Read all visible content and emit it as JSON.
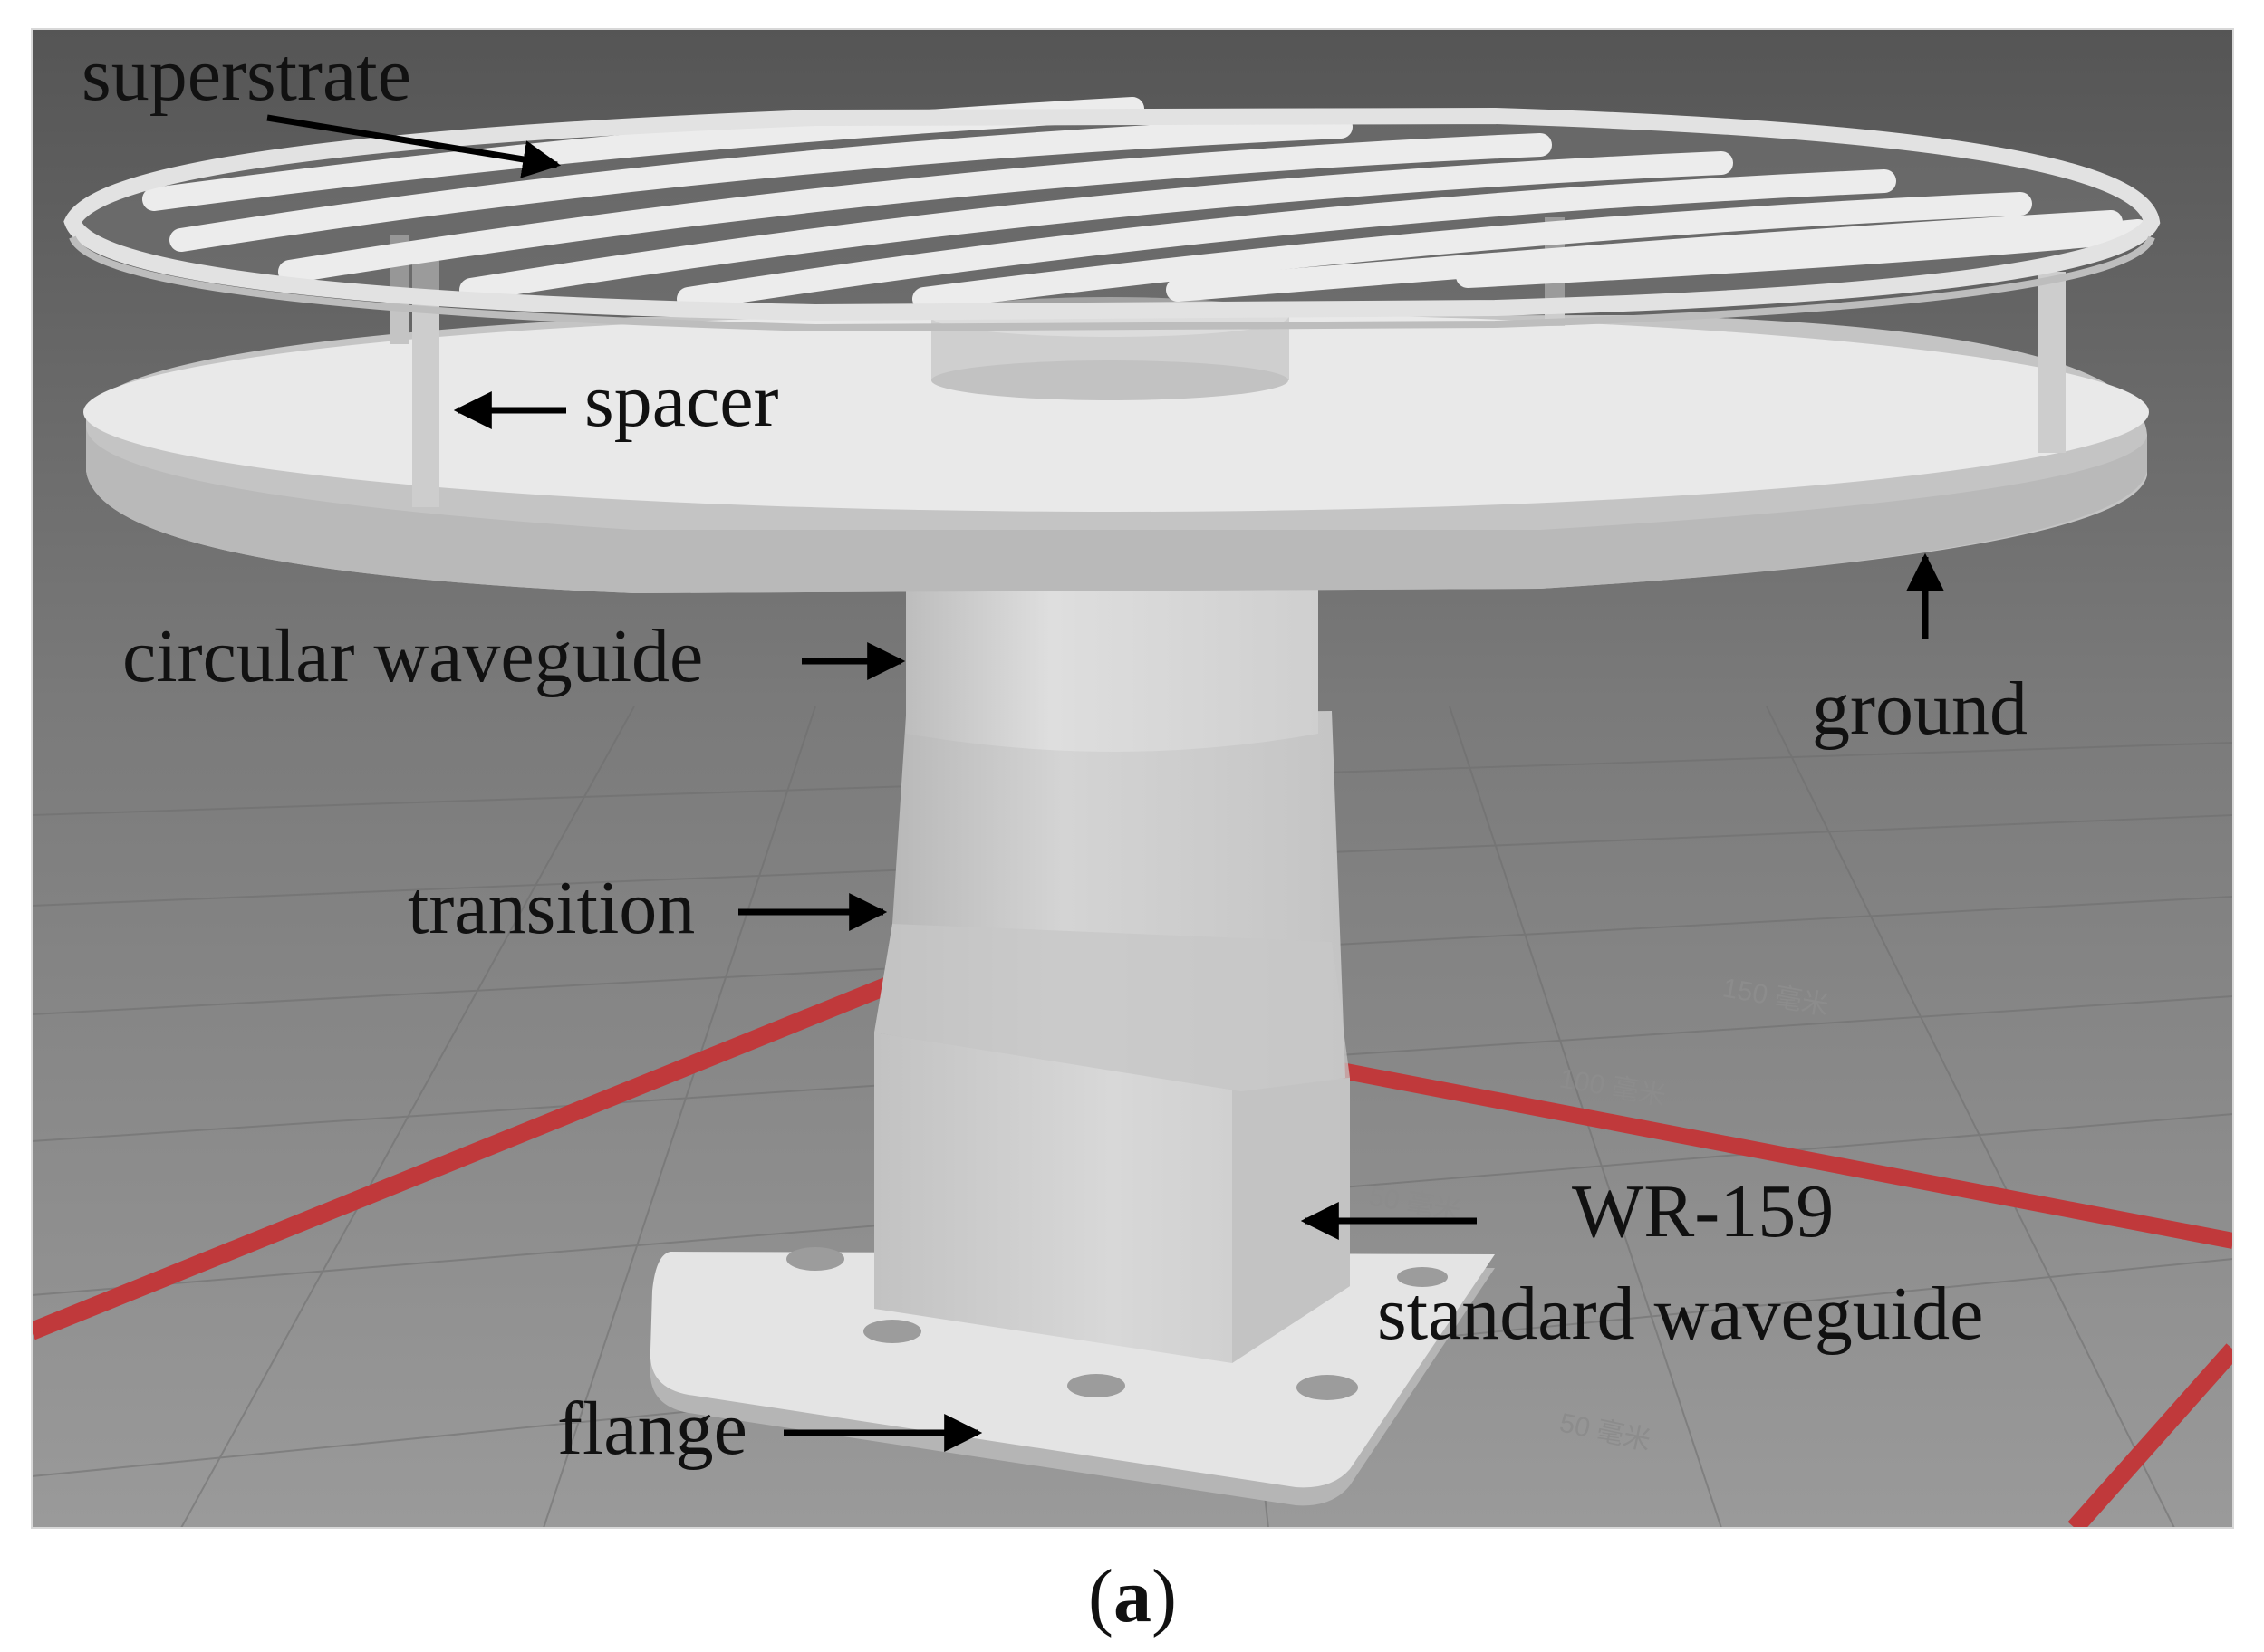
{
  "figure": {
    "caption_open": "(",
    "caption_letter": "a",
    "caption_close": ")"
  },
  "labels": {
    "superstrate": "superstrate",
    "spacer": "spacer",
    "circular_waveguide": "circular waveguide",
    "ground": "ground",
    "transition": "transition",
    "wr159_line1": "WR-159",
    "wr159_line2": "standard waveguide",
    "flange": "flange"
  },
  "grid_markings": {
    "m1": "50 毫米",
    "m2": "100 毫米",
    "m3": "150 毫米",
    "m4": "50 毫米"
  },
  "colors": {
    "background_dark": "#4a4a4a",
    "background_light": "#8a8a8a",
    "axis_red": "#c0393b",
    "model_light": "#e6e6e6",
    "model_mid": "#c9c9c9",
    "model_dark": "#a9a9a9",
    "arrow": "#000000"
  }
}
